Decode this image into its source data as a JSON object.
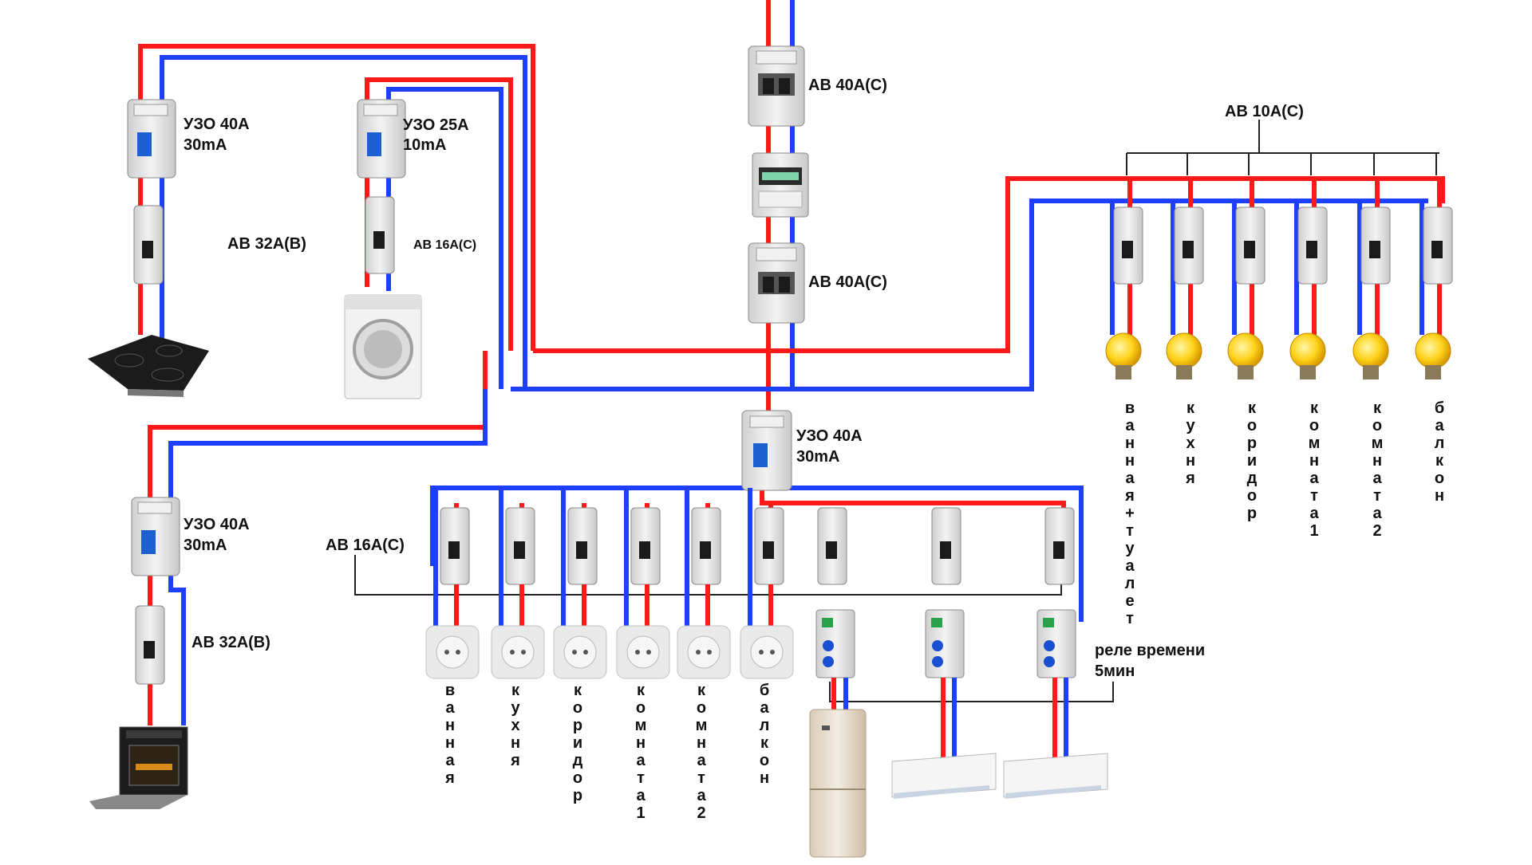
{
  "labels": {
    "main_breaker_top": "АВ 40А(С)",
    "main_breaker_bottom": "АВ 40А(С)",
    "rcd_center_1": "УЗО 40А",
    "rcd_center_2": "30mA",
    "rcd_hob_1": "УЗО 40А",
    "rcd_hob_2": "30mA",
    "breaker_hob": "АВ 32А(В)",
    "rcd_washer_1": "УЗО 25А",
    "rcd_washer_2": "10mA",
    "breaker_washer": "АВ 16А(С)",
    "rcd_oven_1": "УЗО 40А",
    "rcd_oven_2": "30mA",
    "breaker_oven": "АВ 32А(В)",
    "sockets_breakers": "АВ 16А(С)",
    "lighting_breakers": "АВ 10А(С)",
    "relay_1": "реле времени",
    "relay_2": "5мин"
  },
  "sockets": [
    {
      "label": "ванная"
    },
    {
      "label": "кухня"
    },
    {
      "label": "коридор"
    },
    {
      "label": "комната1"
    },
    {
      "label": "комната2"
    },
    {
      "label": "балкон"
    }
  ],
  "lights": [
    {
      "label": "ванная+туалет"
    },
    {
      "label": "кухня"
    },
    {
      "label": "коридор"
    },
    {
      "label": "комната1"
    },
    {
      "label": "комната2"
    },
    {
      "label": "балкон"
    }
  ],
  "colors": {
    "phase": "#ff1a1a",
    "neutral": "#1f3fff",
    "breaker_body": "#e6e6e6",
    "bulb": "#ffd21a"
  },
  "icons": {
    "breaker": "circuit-breaker-icon",
    "rcd": "rcd-icon",
    "meter": "electricity-meter-icon",
    "socket": "power-socket-icon",
    "bulb": "light-bulb-icon",
    "relay": "time-relay-icon",
    "hob": "induction-hob-icon",
    "washer": "washing-machine-icon",
    "oven": "oven-icon",
    "fridge": "refrigerator-icon",
    "ac": "air-conditioner-icon"
  }
}
